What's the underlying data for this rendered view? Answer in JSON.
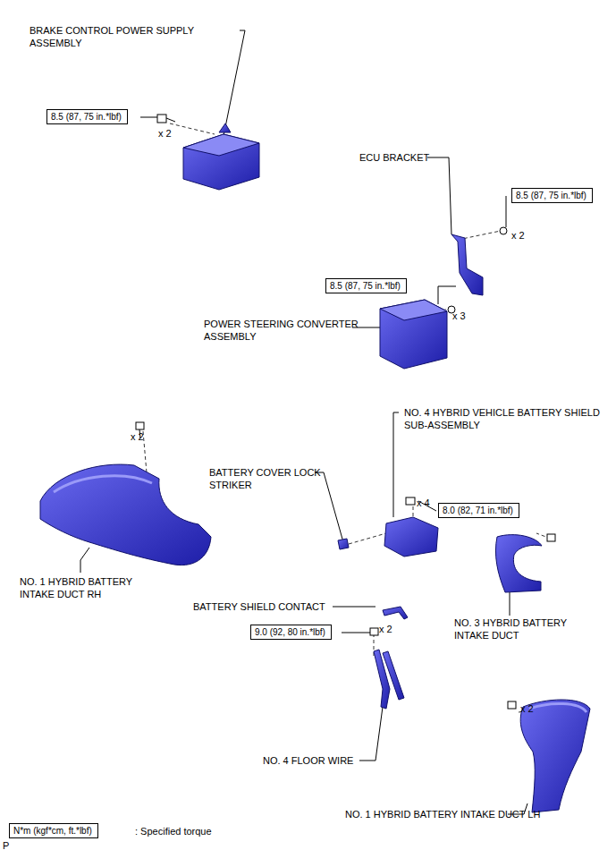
{
  "diagram": {
    "nodes": [
      {
        "text": [
          "8.5 (87, 75 in.*lbf)"
        ]
      },
      {
        "text": [
          "8.5 (87, 75 in.*lbf)"
        ]
      },
      {
        "text": [
          "8.5 (87, 75 in.*lbf)"
        ]
      },
      {
        "text": [
          "8.0 (82, 71 in.*lbf)"
        ]
      },
      {
        "text": [
          "9.0 (92, 80 in.*lbf)"
        ]
      },
      {
        "text": [
          "N*m (kgf*cm, ft.*lbf)"
        ]
      }
    ],
    "edges": [],
    "labels": [
      "BRAKE CONTROL POWER SUPPLY ASSEMBLY",
      "x 2",
      "ECU BRACKET",
      "x 2",
      "x 3",
      "POWER STEERING CONVERTER ASSEMBLY",
      "NO. 4 HYBRID VEHICLE BATTERY SHIELD SUB-ASSEMBLY",
      "x 2",
      "BATTERY COVER LOCK STRIKER",
      "x 4",
      "NO. 1 HYBRID BATTERY INTAKE DUCT RH",
      "BATTERY SHIELD CONTACT",
      "NO. 3 HYBRID BATTERY INTAKE DUCT",
      "x 2",
      "NO. 4 FLOOR WIRE",
      "x 2",
      "NO. 1 HYBRID BATTERY INTAKE DUCT LH",
      ": Specified torque",
      "P"
    ]
  }
}
